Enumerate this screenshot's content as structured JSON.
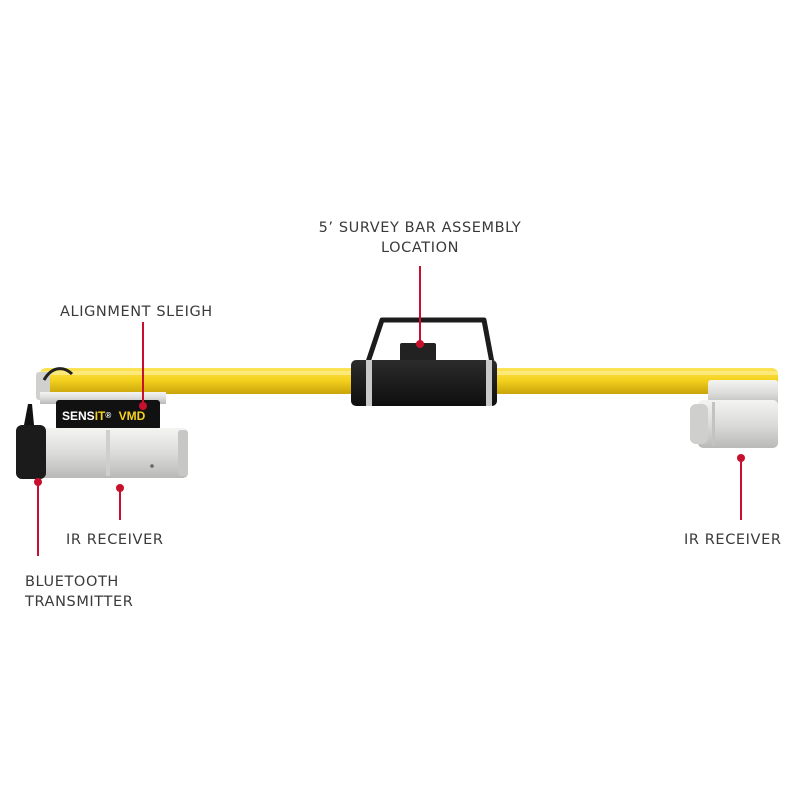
{
  "callouts": {
    "survey_bar": {
      "line1": "5’ SURVEY BAR ASSEMBLY",
      "line2": "LOCATION"
    },
    "alignment_sleigh": {
      "text": "ALIGNMENT SLEIGH"
    },
    "ir_receiver_left": {
      "text": "IR RECEIVER"
    },
    "bluetooth": {
      "line1": "BLUETOOTH",
      "line2": "TRANSMITTER"
    },
    "ir_receiver_right": {
      "text": "IR RECEIVER"
    }
  },
  "product_label": {
    "brand_a": "SENS",
    "brand_b": "IT",
    "reg": "®",
    "model": "VMD"
  },
  "colors": {
    "bar": "#f5d21e",
    "callout": "#c8102e",
    "housing": "#e4e4e2",
    "dark": "#1a1a1a",
    "text": "#3a3a3a"
  }
}
